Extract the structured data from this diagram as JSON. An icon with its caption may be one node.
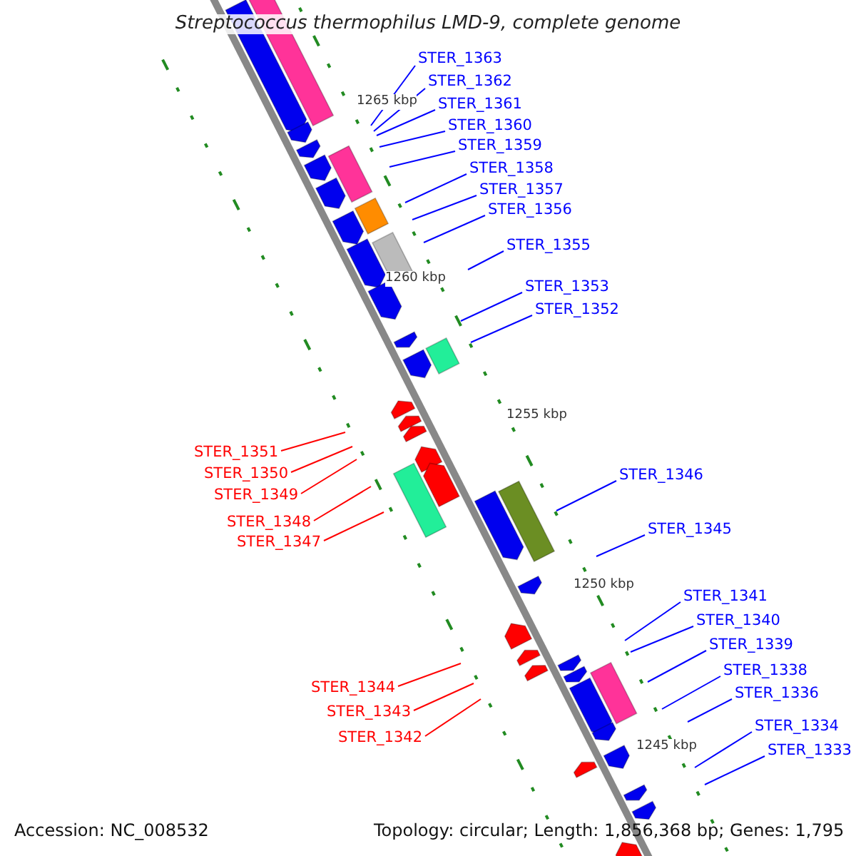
{
  "diagram": {
    "title": "Streptococcus thermophilus LMD-9, complete genome",
    "nodes": [
      {
        "text": [
          "STER_1363"
        ]
      },
      {
        "text": [
          "STER_1362"
        ]
      },
      {
        "text": [
          "STER_1361"
        ]
      },
      {
        "text": [
          "STER_1360"
        ]
      },
      {
        "text": [
          "STER_1359"
        ]
      },
      {
        "text": [
          "STER_1358"
        ]
      },
      {
        "text": [
          "STER_1357"
        ]
      },
      {
        "text": [
          "STER_1356"
        ]
      },
      {
        "text": [
          "STER_1355"
        ]
      },
      {
        "text": [
          "STER_1353"
        ]
      },
      {
        "text": [
          "STER_1352"
        ]
      },
      {
        "text": [
          "STER_1351"
        ]
      },
      {
        "text": [
          "STER_1350"
        ]
      },
      {
        "text": [
          "STER_1349"
        ]
      },
      {
        "text": [
          "STER_1348"
        ]
      },
      {
        "text": [
          "STER_1347"
        ]
      },
      {
        "text": [
          "STER_1346"
        ]
      },
      {
        "text": [
          "STER_1345"
        ]
      },
      {
        "text": [
          "STER_1341"
        ]
      },
      {
        "text": [
          "STER_1340"
        ]
      },
      {
        "text": [
          "STER_1339"
        ]
      },
      {
        "text": [
          "STER_1338"
        ]
      },
      {
        "text": [
          "STER_1336"
        ]
      },
      {
        "text": [
          "STER_1334"
        ]
      },
      {
        "text": [
          "STER_1333"
        ]
      },
      {
        "text": [
          "STER_1344"
        ]
      },
      {
        "text": [
          "STER_1343"
        ]
      },
      {
        "text": [
          "STER_1342"
        ]
      }
    ],
    "edges": [
      {
        "from": 0,
        "to": null,
        "arrow": "none"
      },
      {
        "from": 1,
        "to": null,
        "arrow": "none"
      },
      {
        "from": 2,
        "to": null,
        "arrow": "none"
      },
      {
        "from": 3,
        "to": null,
        "arrow": "none"
      },
      {
        "from": 4,
        "to": null,
        "arrow": "none"
      },
      {
        "from": 5,
        "to": null,
        "arrow": "none"
      },
      {
        "from": 6,
        "to": null,
        "arrow": "none"
      },
      {
        "from": 7,
        "to": null,
        "arrow": "none"
      },
      {
        "from": 8,
        "to": null,
        "arrow": "none"
      },
      {
        "from": 9,
        "to": null,
        "arrow": "none"
      },
      {
        "from": 10,
        "to": null,
        "arrow": "none"
      },
      {
        "from": 11,
        "to": null,
        "arrow": "none",
        "color": "#ff0000"
      },
      {
        "from": 12,
        "to": null,
        "arrow": "none",
        "color": "#ff0000"
      },
      {
        "from": 13,
        "to": null,
        "arrow": "none",
        "color": "#ff0000"
      },
      {
        "from": 14,
        "to": null,
        "arrow": "none",
        "color": "#ff0000"
      },
      {
        "from": 15,
        "to": null,
        "arrow": "none",
        "color": "#ff0000"
      },
      {
        "from": 16,
        "to": null,
        "arrow": "none"
      },
      {
        "from": 17,
        "to": null,
        "arrow": "none"
      },
      {
        "from": 18,
        "to": null,
        "arrow": "none"
      },
      {
        "from": 19,
        "to": null,
        "arrow": "none"
      },
      {
        "from": 20,
        "to": null,
        "arrow": "none"
      },
      {
        "from": 21,
        "to": null,
        "arrow": "none"
      },
      {
        "from": 22,
        "to": null,
        "arrow": "none"
      },
      {
        "from": 23,
        "to": null,
        "arrow": "none"
      },
      {
        "from": 24,
        "to": null,
        "arrow": "none"
      },
      {
        "from": 25,
        "to": null,
        "arrow": "none",
        "color": "#ff0000"
      },
      {
        "from": 26,
        "to": null,
        "arrow": "none",
        "color": "#ff0000"
      },
      {
        "from": 27,
        "to": null,
        "arrow": "none",
        "color": "#ff0000"
      }
    ],
    "labels": [
      "1265 kbp",
      "1260 kbp",
      "1255 kbp",
      "1250 kbp",
      "1245 kbp",
      "Accession: NC_008532",
      "Topology: circular; Length: 1,856,368 bp; Genes: 1,795"
    ]
  }
}
